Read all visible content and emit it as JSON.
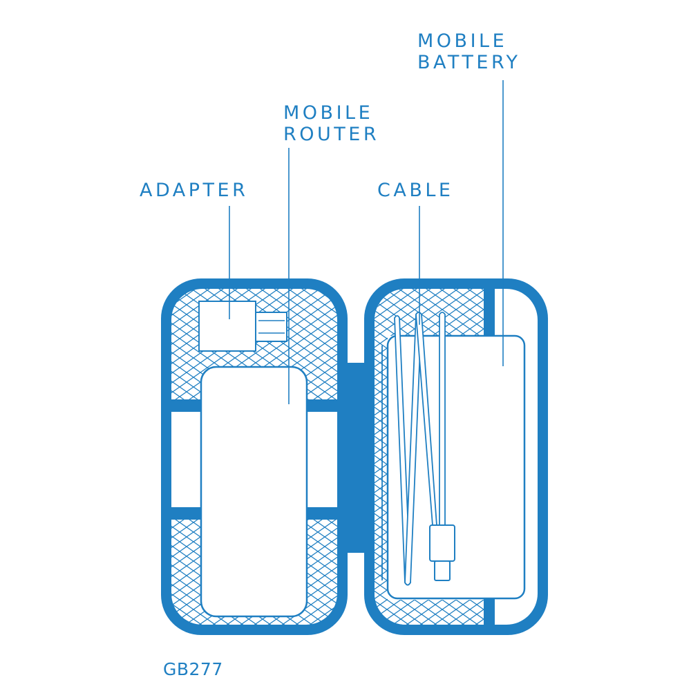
{
  "labels": {
    "adapter": "ADAPTER",
    "mobile_router_line1": "MOBILE",
    "mobile_router_line2": "ROUTER",
    "cable": "CABLE",
    "mobile_battery_line1": "MOBILE",
    "mobile_battery_line2": "BATTERY"
  },
  "model_code": "GB277",
  "colors": {
    "case_blue": "#1f7fc2",
    "background": "#ffffff"
  }
}
